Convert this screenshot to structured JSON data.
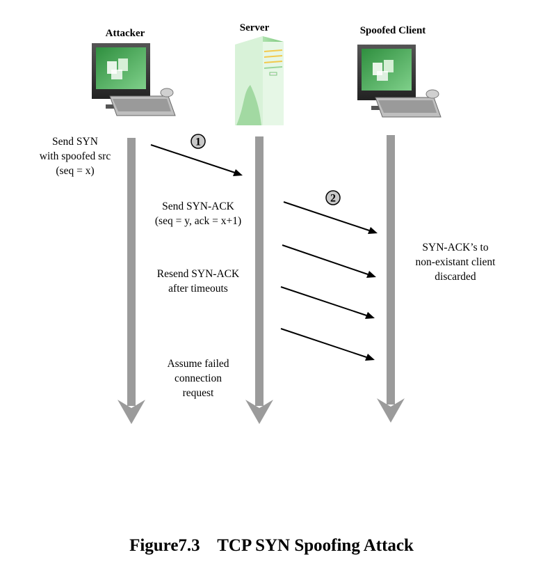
{
  "actors": {
    "attacker": "Attacker",
    "server": "Server",
    "client": "Spoofed Client"
  },
  "steps": {
    "one": "1",
    "two": "2"
  },
  "notes": {
    "attacker": [
      "Send SYN",
      "with spoofed src",
      "(seq = x)"
    ],
    "syn_ack": [
      "Send SYN-ACK",
      "(seq = y, ack = x+1)"
    ],
    "resend": [
      "Resend SYN-ACK",
      "after timeouts"
    ],
    "assume": [
      "Assume failed",
      "connection",
      "request"
    ],
    "client": [
      "SYN-ACK’s to",
      "non-existant client",
      "discarded"
    ]
  },
  "caption": "Figure7.3    TCP SYN Spoofing Attack",
  "colors": {
    "lifeline": "#9b9b9b",
    "arrow": "#000000",
    "monitor_green": "#3a9a4a",
    "server_green": "#9fdc9f"
  },
  "icons": {
    "attacker": "desktop-computer-icon",
    "server": "server-tower-icon",
    "client": "desktop-computer-icon"
  }
}
